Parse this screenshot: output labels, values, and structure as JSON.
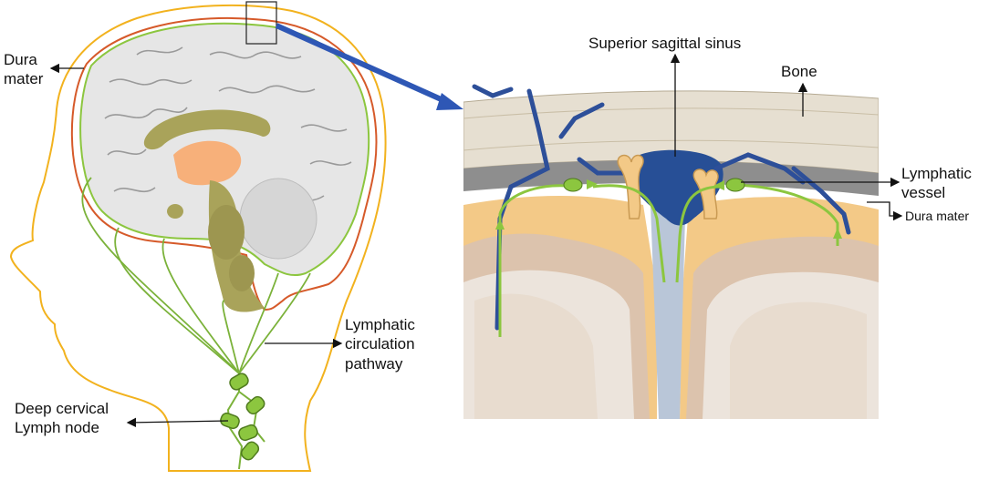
{
  "labels": {
    "dura_mater_left": "Dura\nmater",
    "lymphatic_pathway": "Lymphatic\ncirculation\npathway",
    "deep_cervical": "Deep cervical\nLymph node",
    "superior_sagittal_sinus": "Superior sagittal sinus",
    "bone": "Bone",
    "lymphatic_vessel": "Lymphatic\nvessel",
    "dura_mater_right": "Dura mater"
  },
  "colors": {
    "head_outline": "#f2b21e",
    "dura_line": "#d65a2a",
    "lymph_green": "#8cc63f",
    "brain_gray": "#e6e6e6",
    "brainstem_olive": "#a9a35a",
    "thalamus_peach": "#f7b07a",
    "sinus_blue": "#274f96",
    "bone_beige": "#e6dfd1",
    "cortex_orange": "#f3c987",
    "brain_tissue": "#dcc3ad",
    "arrow_blue": "#2e57b5"
  }
}
